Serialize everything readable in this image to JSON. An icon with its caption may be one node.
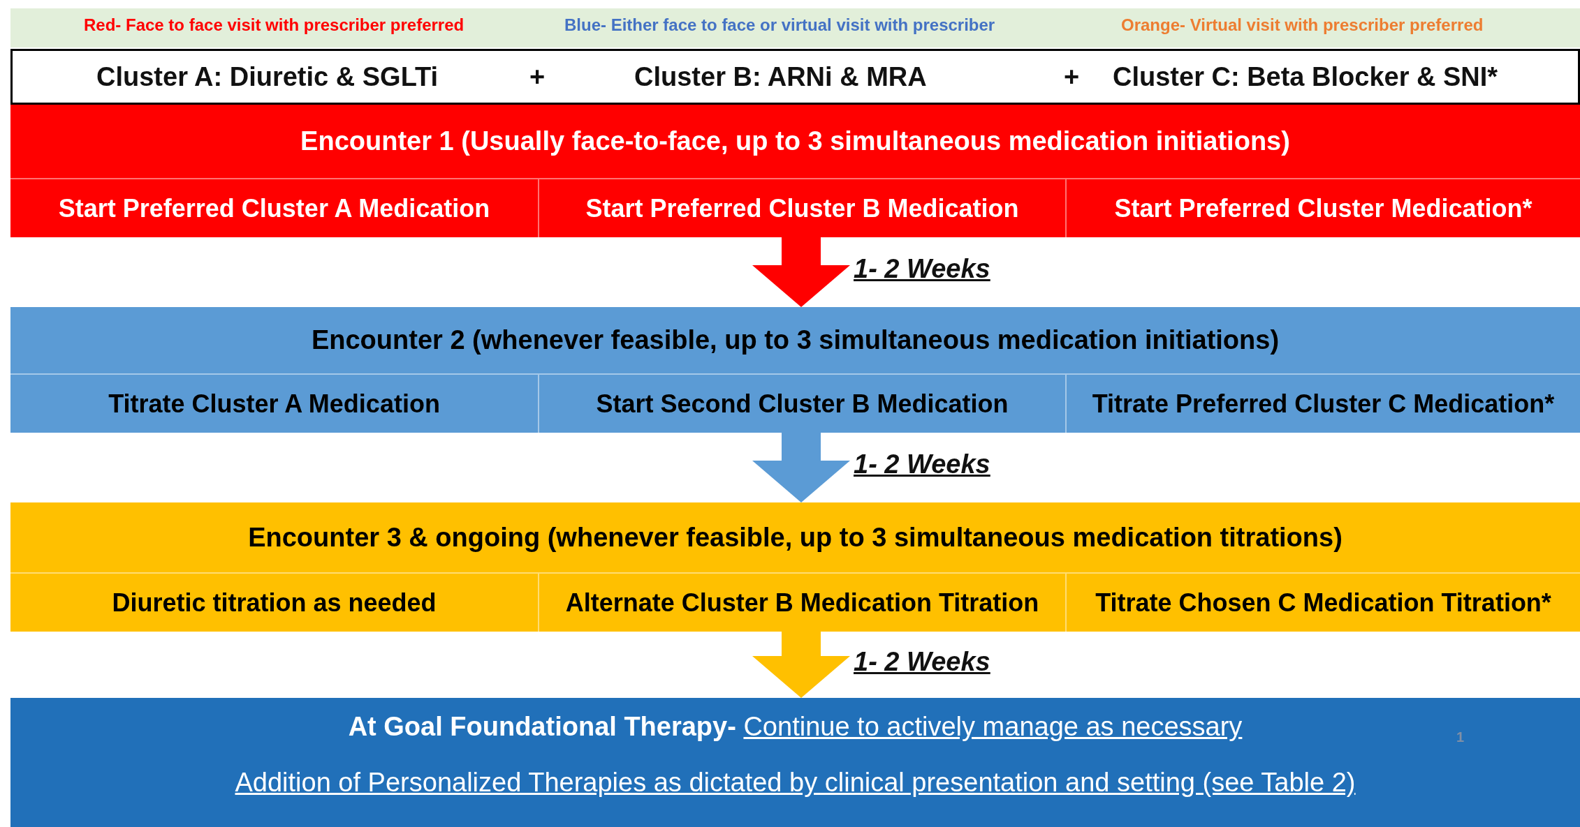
{
  "diagram": {
    "nodes": [
      {
        "text": [
          "Cluster A: Diuretic & SGLTi",
          "+",
          "Cluster B: ARNi & MRA",
          "+",
          "Cluster C: Beta Blocker & SNI*"
        ]
      },
      {
        "text": [
          "Encounter 1 (Usually face-to-face, up to 3 simultaneous medication initiations)"
        ]
      },
      {
        "text": [
          "Start Preferred Cluster A Medication"
        ],
        "in": 1
      },
      {
        "text": [
          "Start Preferred Cluster B Medication"
        ],
        "in": 1
      },
      {
        "text": [
          "Start Preferred Cluster Medication*"
        ],
        "in": 1
      },
      {
        "text": [
          "Encounter 2 (whenever feasible, up to 3 simultaneous medication initiations)"
        ]
      },
      {
        "text": [
          "Titrate Cluster A Medication"
        ],
        "in": 5
      },
      {
        "text": [
          "Start Second Cluster B Medication"
        ],
        "in": 5
      },
      {
        "text": [
          "Titrate Preferred Cluster C Medication*"
        ],
        "in": 5
      },
      {
        "text": [
          "Encounter 3 & ongoing (whenever feasible, up to 3 simultaneous medication titrations)"
        ]
      },
      {
        "text": [
          "Diuretic titration as needed"
        ],
        "in": 9
      },
      {
        "text": [
          "Alternate Cluster B Medication Titration"
        ],
        "in": 9
      },
      {
        "text": [
          "Titrate Chosen C Medication Titration*"
        ],
        "in": 9
      },
      {
        "text": [
          "At Goal Foundational Therapy-",
          "Continue to actively manage as necessary",
          "Addition of Personalized Therapies as dictated by clinical presentation and setting (see Table 2)"
        ]
      }
    ],
    "edges": [
      {
        "from": 1,
        "to": 5,
        "arrow": "to",
        "label": "1- 2 Weeks",
        "color": "#ff0000"
      },
      {
        "from": 5,
        "to": 9,
        "arrow": "to",
        "label": "1- 2 Weeks",
        "color": "#5b9bd5"
      },
      {
        "from": 9,
        "to": 13,
        "arrow": "to",
        "label": "1- 2 Weeks",
        "color": "#ffc000"
      }
    ],
    "labels": [
      "Red- Face to face visit with prescriber preferred",
      "Blue- Either face to face or virtual visit with prescriber",
      "Orange- Virtual visit with prescriber preferred",
      "1"
    ]
  }
}
